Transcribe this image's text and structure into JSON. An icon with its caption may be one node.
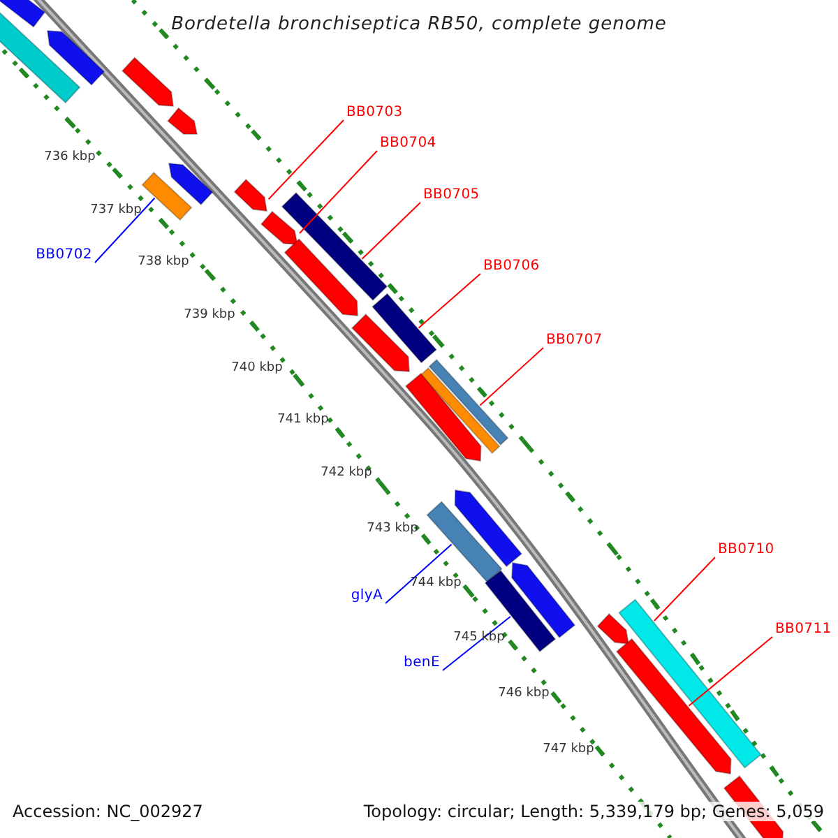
{
  "diagram": {
    "title": "Bordetella bronchiseptica RB50, complete genome",
    "nodes": [
      {
        "text": [],
        "shape": "bar"
      },
      {
        "text": [],
        "shape": "bar"
      },
      {
        "text": [],
        "shape": "pentagon"
      },
      {
        "text": [],
        "shape": "pentagon"
      },
      {
        "text": [],
        "shape": "pentagon"
      },
      {
        "text": [
          "BB0703"
        ]
      },
      {
        "text": [],
        "shape": "pentagon"
      },
      {
        "text": [],
        "shape": "bar"
      },
      {
        "text": [
          "BB0704"
        ]
      },
      {
        "text": [],
        "shape": "pentagon"
      },
      {
        "text": [
          "BB0705"
        ]
      },
      {
        "text": [],
        "shape": "pentagon"
      },
      {
        "text": [],
        "shape": "bar"
      },
      {
        "text": [
          "BB0702"
        ]
      },
      {
        "text": [],
        "shape": "pentagon"
      },
      {
        "text": [
          "BB0706"
        ]
      },
      {
        "text": [],
        "shape": "bar"
      },
      {
        "text": [],
        "shape": "pentagon"
      },
      {
        "text": [
          "BB0707"
        ]
      },
      {
        "text": [],
        "shape": "bar"
      },
      {
        "text": [],
        "shape": "bar"
      },
      {
        "text": [],
        "shape": "pentagon"
      },
      {
        "text": [],
        "shape": "pentagon"
      },
      {
        "text": [],
        "shape": "bar"
      },
      {
        "text": [],
        "shape": "pentagon"
      },
      {
        "text": [],
        "shape": "bar"
      },
      {
        "text": [
          "glyA"
        ]
      },
      {
        "text": [
          "BB0710"
        ]
      },
      {
        "text": [
          "benE"
        ]
      },
      {
        "text": [],
        "shape": "bar"
      },
      {
        "text": [],
        "shape": "pentagon"
      },
      {
        "text": [
          "BB0711"
        ]
      },
      {
        "text": [],
        "shape": "pentagon"
      },
      {
        "text": [],
        "shape": "pentagon"
      }
    ],
    "edges": [
      {
        "from": 5,
        "to": 9,
        "arrow": "none"
      },
      {
        "from": 8,
        "to": 11,
        "arrow": "none"
      },
      {
        "from": 10,
        "to": 12,
        "arrow": "none"
      },
      {
        "from": 15,
        "to": 16,
        "arrow": "none"
      },
      {
        "from": 18,
        "to": 19,
        "arrow": "none"
      },
      {
        "from": 13,
        "to": 7,
        "arrow": "none",
        "color": "#0000ff"
      },
      {
        "from": 26,
        "to": 23,
        "arrow": "none",
        "color": "#0000ff"
      },
      {
        "from": 28,
        "to": 25,
        "arrow": "none",
        "color": "#0000ff"
      },
      {
        "from": 27,
        "to": 29,
        "arrow": "none"
      },
      {
        "from": 31,
        "to": 32,
        "arrow": "none"
      }
    ],
    "labels": [
      "736 kbp",
      "737 kbp",
      "738 kbp",
      "739 kbp",
      "740 kbp",
      "741 kbp",
      "742 kbp",
      "743 kbp",
      "744 kbp",
      "745 kbp",
      "746 kbp",
      "747 kbp",
      "Accession: NC_002927",
      "Topology: circular; Length: 5,339,179 bp; Genes: 5,059"
    ]
  }
}
